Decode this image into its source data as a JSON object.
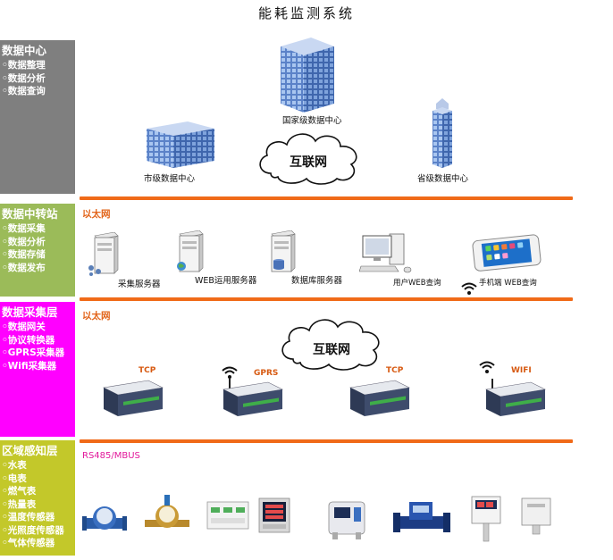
{
  "title": "能耗监测系统",
  "tiers": [
    {
      "heading": "数据中心",
      "items": [
        "◦数据整理",
        "◦数据分析",
        "◦数据查询"
      ],
      "color": "#7f7f7f"
    },
    {
      "heading": "数据中转站",
      "items": [
        "◦数据采集",
        "◦数据分析",
        "◦数据存储",
        "◦数据发布"
      ],
      "color": "#9bbb59"
    },
    {
      "heading": "数据采集层",
      "items": [
        "◦数据网关",
        "◦协议转换器",
        "◦GPRS采集器",
        "◦Wifi采集器"
      ],
      "color": "#ff00ff"
    },
    {
      "heading": "区域感知层",
      "items": [
        "◦水表",
        "◦电表",
        "◦燃气表",
        "◦热量表",
        "◦温度传感器",
        "◦光照度传感器",
        "◦气体传感器"
      ],
      "color": "#c3c82a"
    }
  ],
  "datacenter": {
    "national": "国家级数据中心",
    "city": "市级数据中心",
    "province": "省级数据中心",
    "internet": "互联网"
  },
  "relay": {
    "network": "以太网",
    "devices": [
      "采集服务器",
      "WEB运用服务器",
      "数据库服务器",
      "用户WEB查询",
      "手机端 WEB查询"
    ]
  },
  "collect": {
    "network": "以太网",
    "internet": "互联网",
    "protocols": [
      "TCP",
      "GPRS",
      "TCP",
      "WIFI"
    ]
  },
  "sense": {
    "bus": "RS485/MBUS"
  },
  "colors": {
    "bar": "#f06a18",
    "network_label": "#e2641a"
  }
}
